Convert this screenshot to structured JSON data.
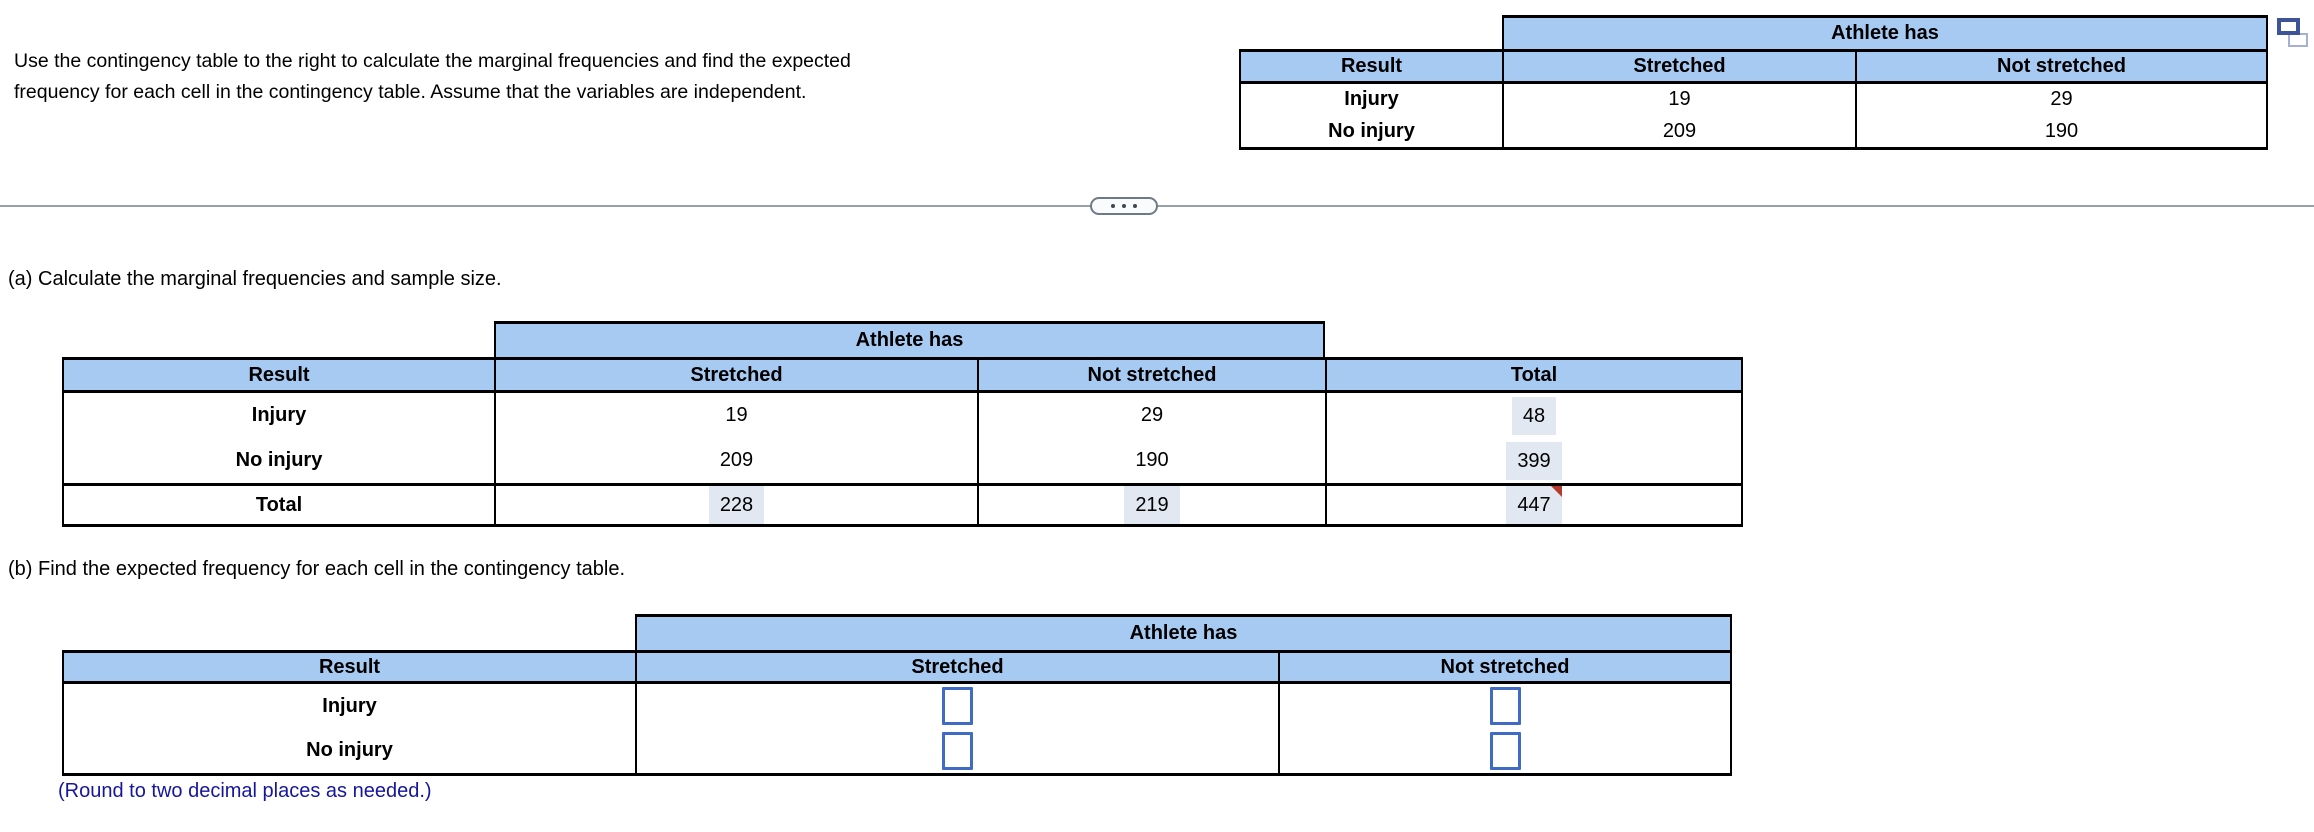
{
  "problem": {
    "statement_line1": "Use the contingency table to the right to calculate the marginal frequencies and find the expected",
    "statement_line2": "frequency for each cell in the contingency table. Assume that the variables are independent."
  },
  "source_table": {
    "span_header": "Athlete has",
    "columns": [
      "Result",
      "Stretched",
      "Not stretched"
    ],
    "rows": [
      {
        "label": "Injury",
        "values": [
          "19",
          "29"
        ]
      },
      {
        "label": "No injury",
        "values": [
          "209",
          "190"
        ]
      }
    ]
  },
  "part_a": {
    "prompt": "(a) Calculate the marginal frequencies and sample size.",
    "table": {
      "span_header": "Athlete has",
      "columns": [
        "Result",
        "Stretched",
        "Not stretched",
        "Total"
      ],
      "rows": [
        {
          "label": "Injury",
          "values": [
            "19",
            "29",
            "48"
          ]
        },
        {
          "label": "No injury",
          "values": [
            "209",
            "190",
            "399"
          ]
        },
        {
          "label": "Total",
          "values": [
            "228",
            "219",
            "447"
          ]
        }
      ]
    }
  },
  "part_b": {
    "prompt": "(b) Find the expected frequency for each cell in the contingency table.",
    "table": {
      "span_header": "Athlete has",
      "columns": [
        "Result",
        "Stretched",
        "Not stretched"
      ],
      "rows": [
        {
          "label": "Injury"
        },
        {
          "label": "No injury"
        }
      ],
      "inputs": [
        "",
        "",
        "",
        ""
      ]
    },
    "note": "(Round to two decimal places as needed.)"
  },
  "icons": {
    "more_options": "ellipsis-pill",
    "window_popout": "open-in-new-window"
  },
  "colors": {
    "table_header_bg": "#a7caf2",
    "answer_highlight_bg": "#e2e8f2",
    "flag_red": "#b23b2e",
    "input_border_blue": "#3f6bc5",
    "note_text_blue": "#16169c",
    "divider_gray": "#98a0aa"
  }
}
